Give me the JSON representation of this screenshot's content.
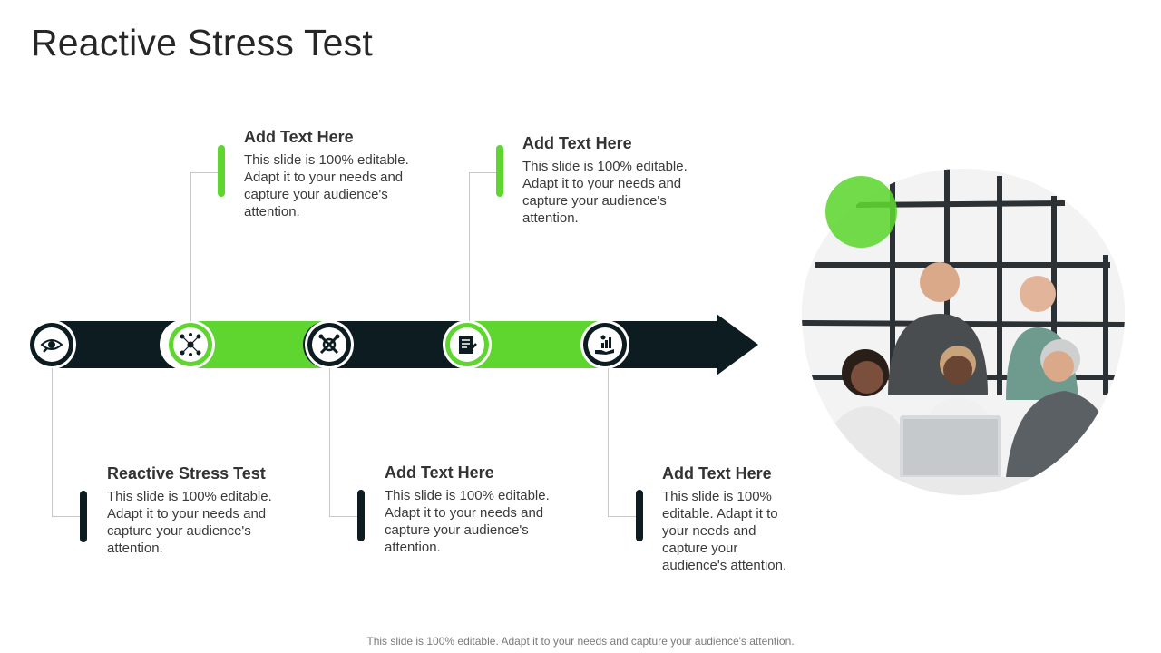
{
  "title": "Reactive Stress Test",
  "steps": [
    {
      "heading": "Reactive Stress Test",
      "body": "This slide is 100% editable. Adapt it to your needs and capture your audience's attention.",
      "icon": "eye-search-icon"
    },
    {
      "heading": "Add Text Here",
      "body": "This slide is 100% editable. Adapt it to your needs and capture your audience's attention.",
      "icon": "network-people-icon"
    },
    {
      "heading": "Add Text Here",
      "body": "This slide is 100% editable. Adapt it to your needs and capture your audience's attention.",
      "icon": "tools-crossed-icon"
    },
    {
      "heading": "Add Text Here",
      "body": "This slide is 100% editable. Adapt it to your needs and capture your audience's attention.",
      "icon": "checklist-pen-icon"
    },
    {
      "heading": "Add Text Here",
      "body": "This slide is 100% editable. Adapt it to your needs and capture your audience's attention.",
      "icon": "growth-hand-icon"
    }
  ],
  "footer": "This slide is 100% editable. Adapt it to your needs and capture your audience's attention.",
  "colors": {
    "accent": "#5fd630",
    "dark": "#0d1c20",
    "text": "#3a3a3a"
  }
}
